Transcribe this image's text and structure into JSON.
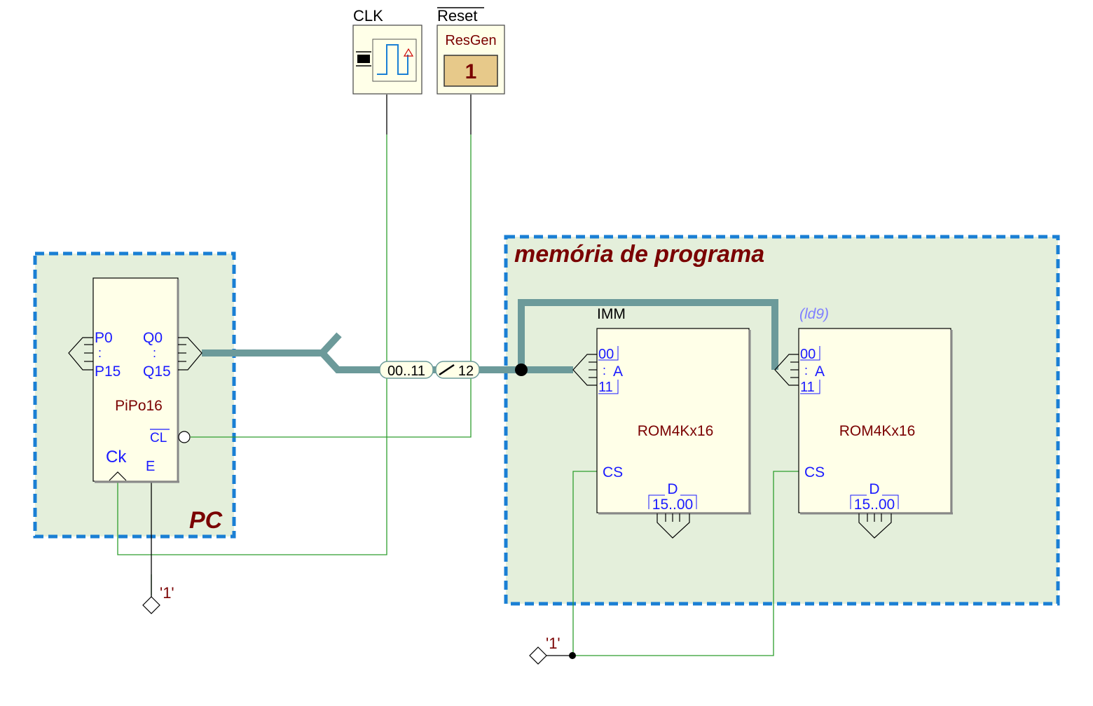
{
  "clock": {
    "label": "CLK"
  },
  "reset": {
    "label": "Reset",
    "component": "ResGen",
    "value": "1"
  },
  "pc_group": {
    "title": "PC"
  },
  "pc_register": {
    "name": "PiPo16",
    "pin_p0": "P0",
    "pin_p15": "P15",
    "pin_q0": "Q0",
    "pin_q15": "Q15",
    "pin_dots": ":",
    "pin_cl": "CL",
    "pin_ck": "Ck",
    "pin_e": "E"
  },
  "pc_enable_const": "'1'",
  "bus": {
    "slice": "00..11",
    "width": "12"
  },
  "memory_group": {
    "title": "memória de programa"
  },
  "rom_imm": {
    "label": "IMM",
    "name": "ROM4Kx16",
    "addr_00": "00",
    "addr_dots": ":",
    "addr_a": "A",
    "addr_11": "11",
    "cs": "CS",
    "data": "D",
    "data_range": "15..00"
  },
  "rom_ld9": {
    "label": "(ld9)",
    "name": "ROM4Kx16",
    "addr_00": "00",
    "addr_dots": ":",
    "addr_a": "A",
    "addr_11": "11",
    "cs": "CS",
    "data": "D",
    "data_range": "15..00"
  },
  "cs_const": "'1'",
  "colors": {
    "group_fill": "#e4efdb",
    "group_border": "#1a7fd4",
    "component_fill": "#ffffe8",
    "bus": "#6c9a9a",
    "wire": "#2e9e2e",
    "pin_text": "#1a1aff",
    "name_text": "#7a0000"
  }
}
